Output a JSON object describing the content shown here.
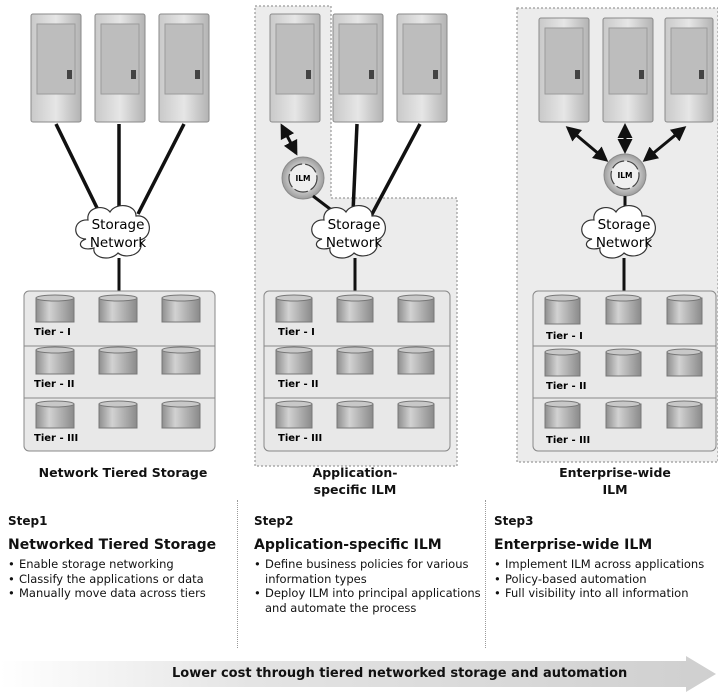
{
  "network_label": [
    "Storage",
    "Network"
  ],
  "ilm_label": "ILM",
  "tier_labels": [
    "Tier - I",
    "Tier - II",
    "Tier - III"
  ],
  "columns": [
    {
      "title": "Network Tiered Storage"
    },
    {
      "title": "Application-specific ILM"
    },
    {
      "title": "Enterprise-wide ILM"
    }
  ],
  "steps": [
    {
      "number": "Step1",
      "title": "Networked Tiered Storage",
      "bullets": [
        "Enable storage networking",
        "Classify the applications or data",
        "Manually move data across tiers"
      ]
    },
    {
      "number": "Step2",
      "title": "Application-specific ILM",
      "bullets": [
        "Define business policies for various information types",
        "Deploy ILM into principal applications and automate the process"
      ]
    },
    {
      "number": "Step3",
      "title": "Enterprise-wide ILM",
      "bullets": [
        "Implement ILM across applications",
        "Policy-based automation",
        "Full visibility into all information"
      ]
    }
  ],
  "bottom_arrow": {
    "label": "Lower cost through tiered networked storage and automation"
  },
  "colors": {
    "panel_bg": "#ececec",
    "dotted_border": "#9a9a9a",
    "arrow_fill": "#d5d5d5",
    "link": "#111111"
  }
}
